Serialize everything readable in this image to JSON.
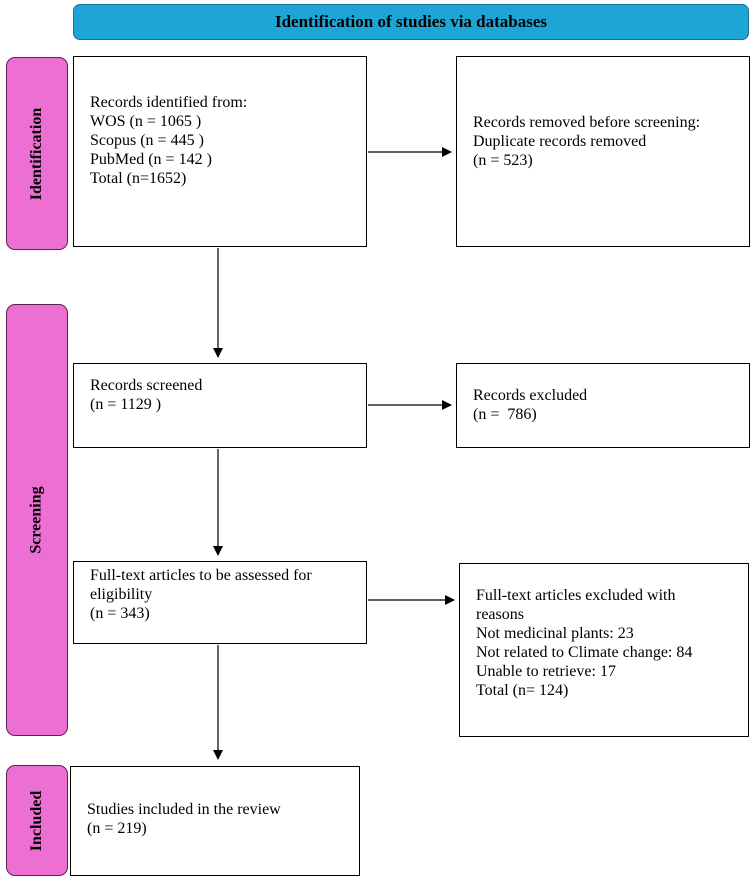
{
  "header": {
    "title": "Identification of studies via databases"
  },
  "phases": {
    "identification": "Identification",
    "screening": "Screening",
    "included": "Included"
  },
  "boxes": {
    "records_identified": [
      "Records identified from:",
      "WOS (n = 1065 )",
      "Scopus (n = 445 )",
      "PubMed (n = 142 )",
      "Total (n=1652)"
    ],
    "records_removed": [
      "Records removed before screening:",
      "Duplicate records removed",
      "(n = 523)"
    ],
    "records_screened": [
      "Records screened",
      "(n = 1129 )"
    ],
    "records_excluded": [
      "Records excluded",
      "(n =  786)"
    ],
    "fulltext_assessed": [
      "Full-text articles to be assessed for",
      "eligibility",
      "(n = 343)"
    ],
    "fulltext_excluded": [
      "Full-text articles excluded with",
      "reasons",
      "Not medicinal plants: 23",
      "Not related to Climate change: 84",
      "Unable to retrieve: 17",
      "Total (n= 124)"
    ],
    "studies_included": [
      "Studies included in the review",
      "(n = 219)"
    ]
  },
  "colors": {
    "header_fill": "#1da5d6",
    "phase_fill": "#ee6fd3",
    "line": "#000000"
  }
}
